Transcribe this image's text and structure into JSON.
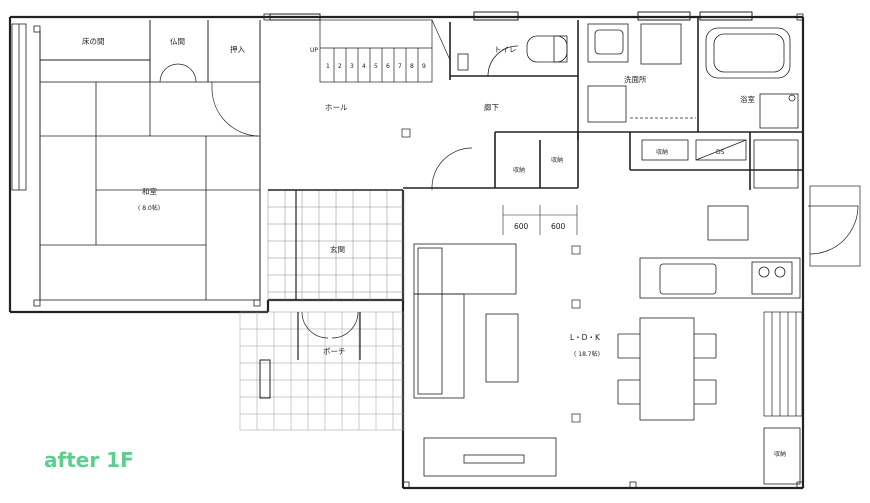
{
  "caption": "after 1F",
  "accent_color": "#5ccf8c",
  "rooms": {
    "tokonoma": "床の間",
    "butsuma": "仏間",
    "oshiire": "押入",
    "washitsu": "和室",
    "washitsu_size": "( 8.0帖)",
    "hall": "ホール",
    "toilet": "トイレ",
    "corridor": "廊下",
    "washroom": "洗面所",
    "bathroom": "浴室",
    "storage1": "収納",
    "storage2": "収納",
    "storage3": "収納",
    "storage4": "収納",
    "ps": "DS",
    "entrance": "玄関",
    "porch": "ポーチ",
    "ldk": "L・D・K",
    "ldk_size": "( 18.7帖)"
  },
  "stairs": {
    "up_label": "UP",
    "steps": [
      "1",
      "2",
      "3",
      "4",
      "5",
      "6",
      "7",
      "8",
      "9"
    ]
  },
  "dimensions": {
    "dim1": "600",
    "dim2": "600"
  }
}
